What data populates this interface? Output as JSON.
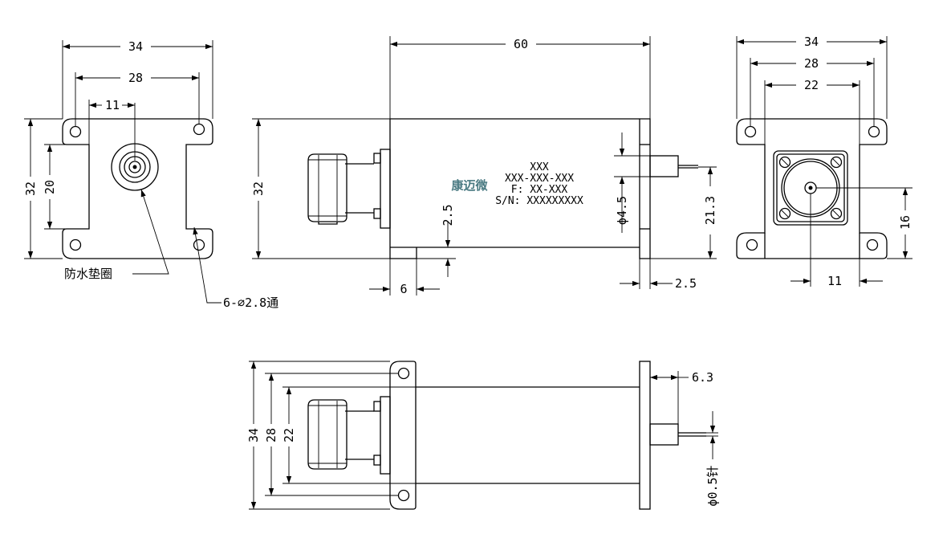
{
  "colors": {
    "line": "#000000",
    "logo": "#4a7a82",
    "background": "#ffffff"
  },
  "left_view": {
    "dim_34": "34",
    "dim_28": "28",
    "dim_11": "11",
    "dim_32": "32",
    "dim_20": "20",
    "note_gasket": "防水垫圈",
    "note_holes": "6-⌀2.8通"
  },
  "front_view": {
    "dim_60": "60",
    "dim_32": "32",
    "dim_2_5_vertical": "2.5",
    "dim_6": "6",
    "dim_phi4_5": "ϕ4.5",
    "dim_21_3": "21.3",
    "dim_2_5_horizontal": "2.5",
    "label": {
      "logo": "康迈微",
      "line1": "XXX",
      "line2": "XXX-XXX-XXX",
      "line3": "F: XX-XXX",
      "line4": "S/N: XXXXXXXXX"
    }
  },
  "right_view": {
    "dim_34": "34",
    "dim_28": "28",
    "dim_22": "22",
    "dim_16": "16",
    "dim_11": "11"
  },
  "bottom_view": {
    "dim_34": "34",
    "dim_28": "28",
    "dim_22": "22",
    "dim_6_3": "6.3",
    "dim_phi0_5": "ϕ0.5针"
  }
}
